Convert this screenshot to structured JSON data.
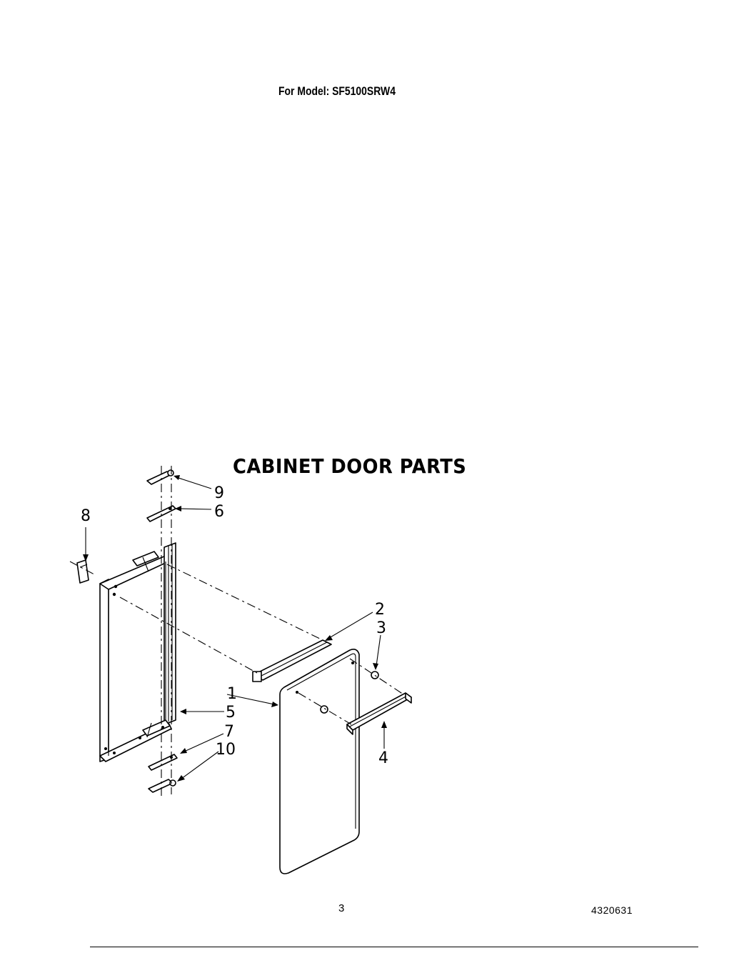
{
  "header": {
    "model_label": "For Model: SF5100SRW4"
  },
  "diagram": {
    "title": "CABINET DOOR PARTS",
    "callouts": {
      "c1": "1",
      "c2": "2",
      "c3": "3",
      "c4": "4",
      "c5": "5",
      "c6": "6",
      "c7": "7",
      "c8": "8",
      "c9": "9",
      "c10": "10"
    }
  },
  "footer": {
    "page_number": "3",
    "document_number": "4320631"
  }
}
